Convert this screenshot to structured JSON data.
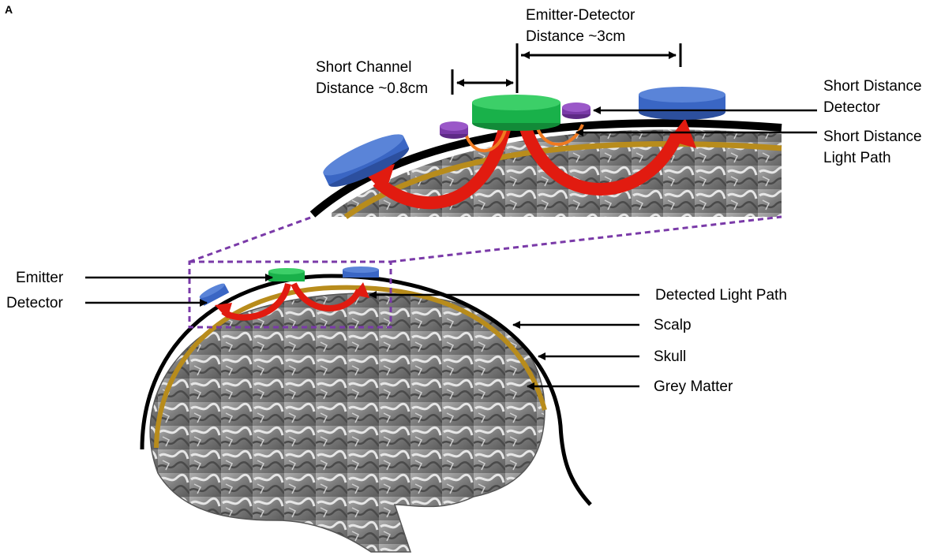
{
  "panel_label": "A",
  "labels": {
    "emitter_detector": [
      "Emitter-Detector",
      "Distance ~3cm"
    ],
    "short_channel": [
      "Short Channel",
      "Distance ~0.8cm"
    ],
    "short_distance_detector": [
      "Short Distance",
      "Detector"
    ],
    "short_distance_light_path": [
      "Short Distance",
      "Light Path"
    ],
    "emitter": "Emitter",
    "detector": "Detector",
    "detected_light_path": "Detected Light Path",
    "scalp": "Scalp",
    "skull": "Skull",
    "grey_matter": "Grey Matter"
  },
  "colors": {
    "emitter": "#19b14a",
    "detector": "#3a66c4",
    "short_detector": "#7a3aa8",
    "light_path": "#e11b10",
    "short_light_path": "#f07a20",
    "scalp": "#000000",
    "skull": "#b88c1c",
    "zoom_box": "#7a3aa8",
    "brain": "#8a8a8a"
  }
}
